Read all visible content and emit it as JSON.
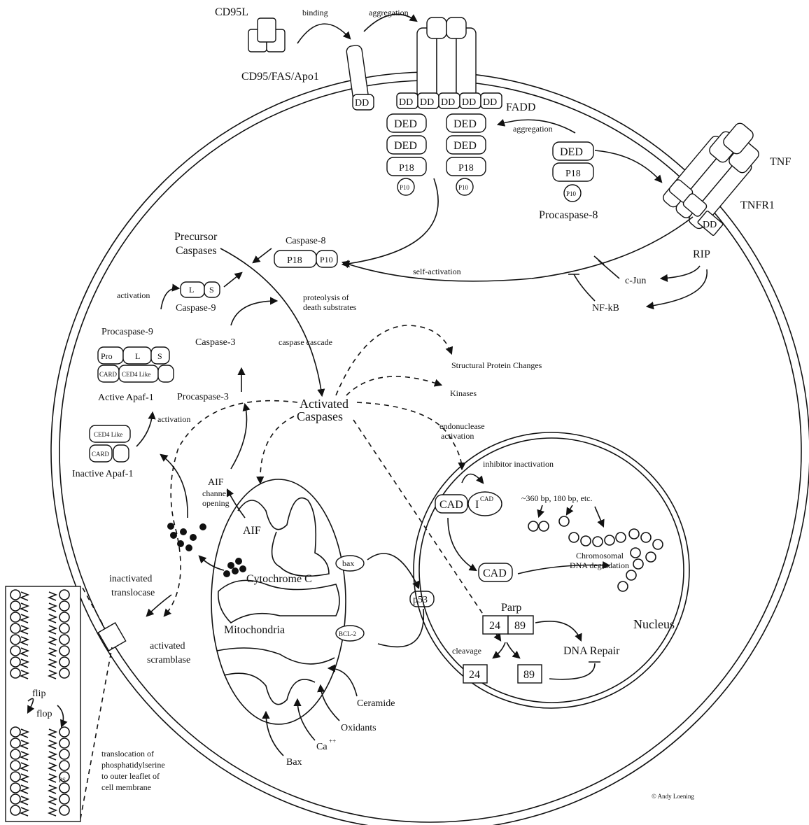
{
  "labels": {
    "cd95l": "CD95L",
    "binding": "binding",
    "aggregation_top": "aggregation",
    "cd95_fas_apo1": "CD95/FAS/Apo1",
    "dd": "DD",
    "fadd": "FADD",
    "ded": "DED",
    "p18": "P18",
    "p10": "P10",
    "aggregation_right": "aggregation",
    "procaspase8": "Procaspase-8",
    "tnf": "TNF",
    "tnfr1": "TNFR1",
    "rip": "RIP",
    "cjun": "c-Jun",
    "nfkb": "NF-kB",
    "precursor_caspases_1": "Precursor",
    "precursor_caspases_2": "Caspases",
    "caspase8": "Caspase-8",
    "self_activation": "self-activation",
    "activation_top": "activation",
    "caspase9": "Caspase-9",
    "l": "L",
    "s": "S",
    "proteolysis_1": "proteolysis of",
    "proteolysis_2": "death substrates",
    "procaspase9": "Procaspase-9",
    "pro": "Pro",
    "card": "CARD",
    "ced4_like": "CED4 Like",
    "active_apaf1": "Active Apaf-1",
    "caspase3": "Caspase-3",
    "procaspase3": "Procaspase-3",
    "caspase_cascade": "caspase   cascade",
    "structural_protein_changes": "Structural Protein Changes",
    "kinases": "Kinases",
    "activated_caspases_1": "Activated",
    "activated_caspases_2": "Caspases",
    "activation_mid": "activation",
    "endonuclease_1": "endonuclease",
    "endonuclease_2": "activation",
    "inhibitor_inactivation": "inhibitor inactivation",
    "inactive_apaf1": "Inactive Apaf-1",
    "aif_outside": "AIF",
    "channel_opening_1": "channel",
    "channel_opening_2": "opening",
    "aif_inside": "AIF",
    "cytochrome_c": "Cytochrome C",
    "mitochondria": "Mitochondria",
    "bax_protein": "bax",
    "bcl2": "BCL-2",
    "p53": "p53",
    "cad": "CAD",
    "icad": "I",
    "icad_sup": "CAD",
    "bp_sizes": "~360 bp, 180 bp, etc.",
    "chromosomal_1": "Chromosomal",
    "chromosomal_2": "DNA degradation",
    "parp": "Parp",
    "parp_24": "24",
    "parp_89": "89",
    "nucleus": "Nucleus",
    "cleavage": "cleavage",
    "dna_repair": "DNA Repair",
    "inactivated_translocase_1": "inactivated",
    "inactivated_translocase_2": "translocase",
    "activated_scramblase_1": "activated",
    "activated_scramblase_2": "scramblase",
    "flip": "flip",
    "flop": "flop",
    "ps": "PS",
    "translocation_1": "translocation of",
    "translocation_2": "phosphatidylserine",
    "translocation_3": "to outer leaflet of",
    "translocation_4": "cell membrane",
    "ceramide": "Ceramide",
    "oxidants": "Oxidants",
    "ca": "Ca",
    "ca_sup": "++",
    "bax_stimulus": "Bax",
    "credit": "© Andy Loening"
  }
}
